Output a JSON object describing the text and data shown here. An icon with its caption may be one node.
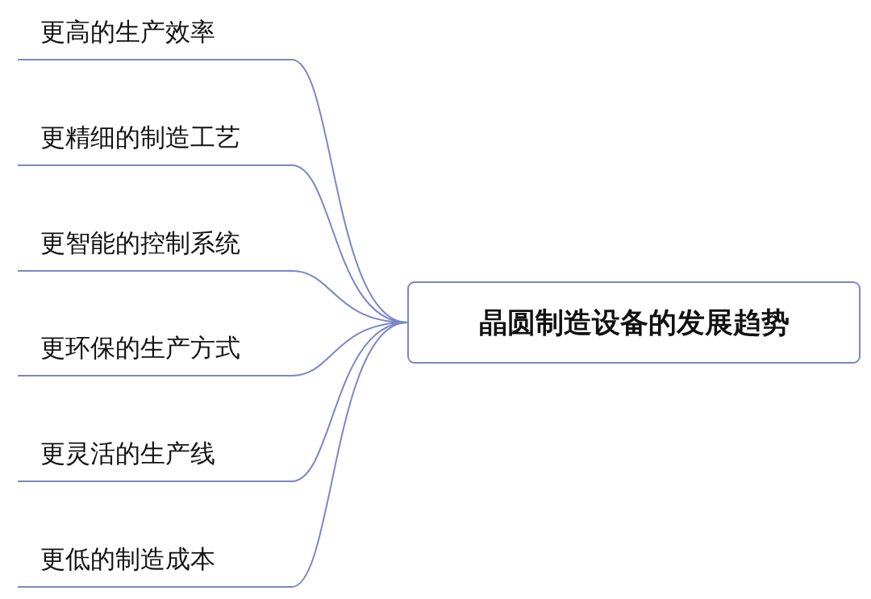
{
  "diagram": {
    "nodes": [
      {
        "text": [
          "更高的生产效率"
        ]
      },
      {
        "text": [
          "更精细的制造工艺"
        ]
      },
      {
        "text": [
          "更智能的控制系统"
        ]
      },
      {
        "text": [
          "更环保的生产方式"
        ]
      },
      {
        "text": [
          "更灵活的生产线"
        ]
      },
      {
        "text": [
          "更低的制造成本"
        ]
      },
      {
        "text": [
          "晶圆制造设备的发展趋势"
        ]
      }
    ],
    "edges": [
      {
        "from": 6,
        "to": 0,
        "arrow": "none"
      },
      {
        "from": 6,
        "to": 1,
        "arrow": "none"
      },
      {
        "from": 6,
        "to": 2,
        "arrow": "none"
      },
      {
        "from": 6,
        "to": 3,
        "arrow": "none"
      },
      {
        "from": 6,
        "to": 4,
        "arrow": "none"
      },
      {
        "from": 6,
        "to": 5,
        "arrow": "none"
      }
    ]
  }
}
